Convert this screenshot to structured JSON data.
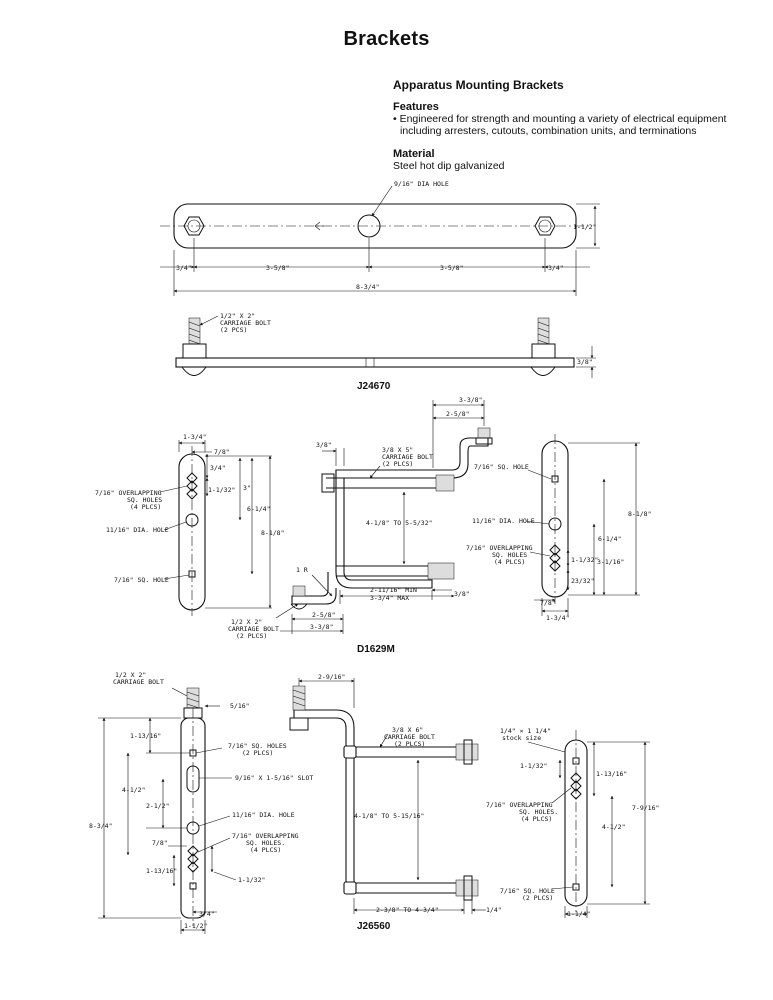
{
  "title": "Brackets",
  "info": {
    "subtitle": "Apparatus Mounting Brackets",
    "features_heading": "Features",
    "features_line1": "• Engineered for strength and mounting a variety of electrical equipment",
    "features_line2": "including arresters, cutouts, combination units, and terminations",
    "material_heading": "Material",
    "material_text": "Steel hot dip galvanized"
  },
  "j24670": {
    "part_number": "J24670",
    "hole_label": "9/16\" DIA HOLE",
    "width_dim": "1-1/2\"",
    "dim_left": "3/4\"",
    "dim_mid_left": "3-5/8\"",
    "dim_mid_right": "3-5/8\"",
    "dim_right": "3/4\"",
    "overall_dim": "8-3/4\"",
    "bolt_label_1": "1/2\" X 2\"",
    "bolt_label_2": "CARRIAGE  BOLT",
    "bolt_label_3": "(2 PCS)",
    "thickness_dim": "3/8\""
  },
  "d1629m": {
    "part_number": "D1629M",
    "left": {
      "dim_width": "1-3/4\"",
      "dim_7_8": "7/8\"",
      "dim_3_4": "3/4\"",
      "dim_1_1_32": "1-1/32\"",
      "dim_3": "3\"",
      "dim_6_1_4": "6-1/4\"",
      "dim_8_1_8": "8-1/8\"",
      "overlap_1": "7/16\" OVERLAPPING",
      "overlap_2": "SQ. HOLES",
      "overlap_3": "(4 PLCS)",
      "dia_hole": "11/16\" DIA. HOLE",
      "sq_hole": "7/16\" SQ. HOLE"
    },
    "center": {
      "dim_3_3_8_top": "3-3/8\"",
      "dim_2_5_8_top": "2-5/8\"",
      "dim_3_8_top": "3/8\"",
      "bolt_1": "3/8 X 5\"",
      "bolt_2": "CARRIAGE BOLT",
      "bolt_3": "(2 PLCS)",
      "dim_span": "4-1/8\" TO 5-5/32\"",
      "radius": "1 R",
      "dim_reach_1": "2-11/16\" MIN",
      "dim_reach_2": "3-3/4\" MAX",
      "dim_3_8_side": "3/8\"",
      "bolt_b1": "1/2 X 2\"",
      "bolt_b2": "CARRIAGE BOLT",
      "bolt_b3": "(2 PLCS)",
      "dim_2_5_8_bottom": "2-5/8\"",
      "dim_3_3_8_bottom": "3-3/8\""
    },
    "right": {
      "sq_hole": "7/16\" SQ. HOLE",
      "dia_hole": "11/16\" DIA. HOLE",
      "overlap_1": "7/16\" OVERLAPPING",
      "overlap_2": "SQ. HOLES",
      "overlap_3": "(4 PLCS)",
      "dim_8_1_8": "8-1/8\"",
      "dim_6_1_4": "6-1/4\"",
      "dim_1_1_32": "1-1/32\"",
      "dim_3_1_16": "3-1/16\"",
      "dim_23_32": "23/32\"",
      "dim_7_8": "7/8\"",
      "dim_width": "1-3/4\""
    }
  },
  "j26560": {
    "part_number": "J26560",
    "left": {
      "bolt_1": "1/2 X 2\"",
      "bolt_2": "CARRIAGE BOLT",
      "dim_5_16": "5/16\"",
      "dim_1_13_16": "1-13/16\"",
      "sq_holes_1": "7/16\" SQ. HOLES",
      "sq_holes_2": "(2 PLCS)",
      "dim_4_1_2": "4-1/2\"",
      "slot": "9/16\" X 1-5/16\" SLOT",
      "dim_2_1_2": "2-1/2\"",
      "dim_8_3_4": "8-3/4\"",
      "dia_hole": "11/16\" DIA. HOLE",
      "dim_7_8": "7/8\"",
      "overlap_1": "7/16\" OVERLAPPING",
      "overlap_2": "SQ. HOLES.",
      "overlap_3": "(4 PLCS)",
      "dim_1_13_16_b": "1-13/16\"",
      "dim_1_1_32": "1-1/32\"",
      "dim_3_4": "3/4\"",
      "dim_width": "1-1/2\""
    },
    "center": {
      "dim_2_9_16": "2-9/16\"",
      "bolt_1": "3/8 X 6\"",
      "bolt_2": "CARRIAGE BOLT",
      "bolt_3": "(2 PLCS)",
      "dim_span": "4-1/8\" TO 5-15/16\"",
      "dim_reach": "2-3/8\" TO 4-3/4\"",
      "dim_1_4": "1/4\""
    },
    "right": {
      "stock_1": "1/4\" × 1 1/4\"",
      "stock_2": "stock size",
      "dim_1_1_32": "1-1/32\"",
      "dim_1_13_16": "1-13/16\"",
      "dim_7_9_16": "7-9/16\"",
      "overlap_1": "7/16\" OVERLAPPING",
      "overlap_2": "SQ. HOLES.",
      "overlap_3": "(4 PLCS)",
      "dim_4_1_2": "4-1/2\"",
      "sq_hole_1": "7/16\" SQ. HOLE",
      "sq_hole_2": "(2 PLCS)",
      "dim_width": "1-1/4\""
    }
  }
}
